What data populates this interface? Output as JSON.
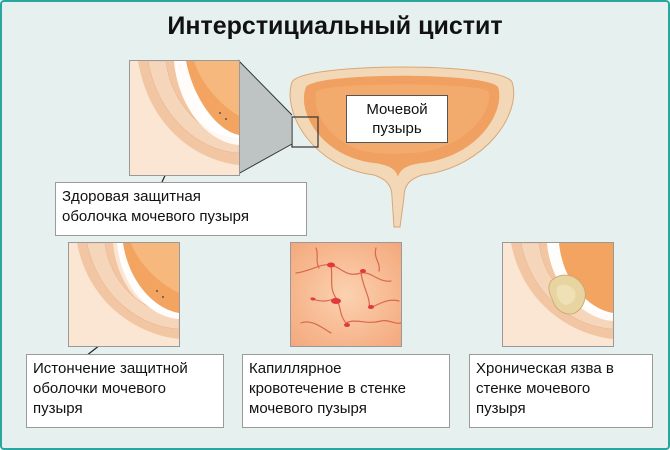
{
  "title": "Интерстициальный цистит",
  "bladder_label": [
    "Мочевой",
    "пузырь"
  ],
  "captions": {
    "healthy": [
      "Здоровая защитная",
      "оболочка мочевого пузыря"
    ],
    "thinning": [
      "Истончение защитной",
      "оболочки мочевого",
      "пузыря"
    ],
    "bleeding": [
      "Капиллярное",
      "кровотечение в стенке",
      "мочевого пузыря"
    ],
    "ulcer": [
      "Хроническая язва в",
      "стенке мочевого",
      "пузыря"
    ]
  },
  "colors": {
    "frame": "#2aa6a0",
    "background": "#e6f0ee",
    "bladder": "#f0a060",
    "tissue_pink": "#f6c8a8",
    "blood": "#e04040"
  }
}
